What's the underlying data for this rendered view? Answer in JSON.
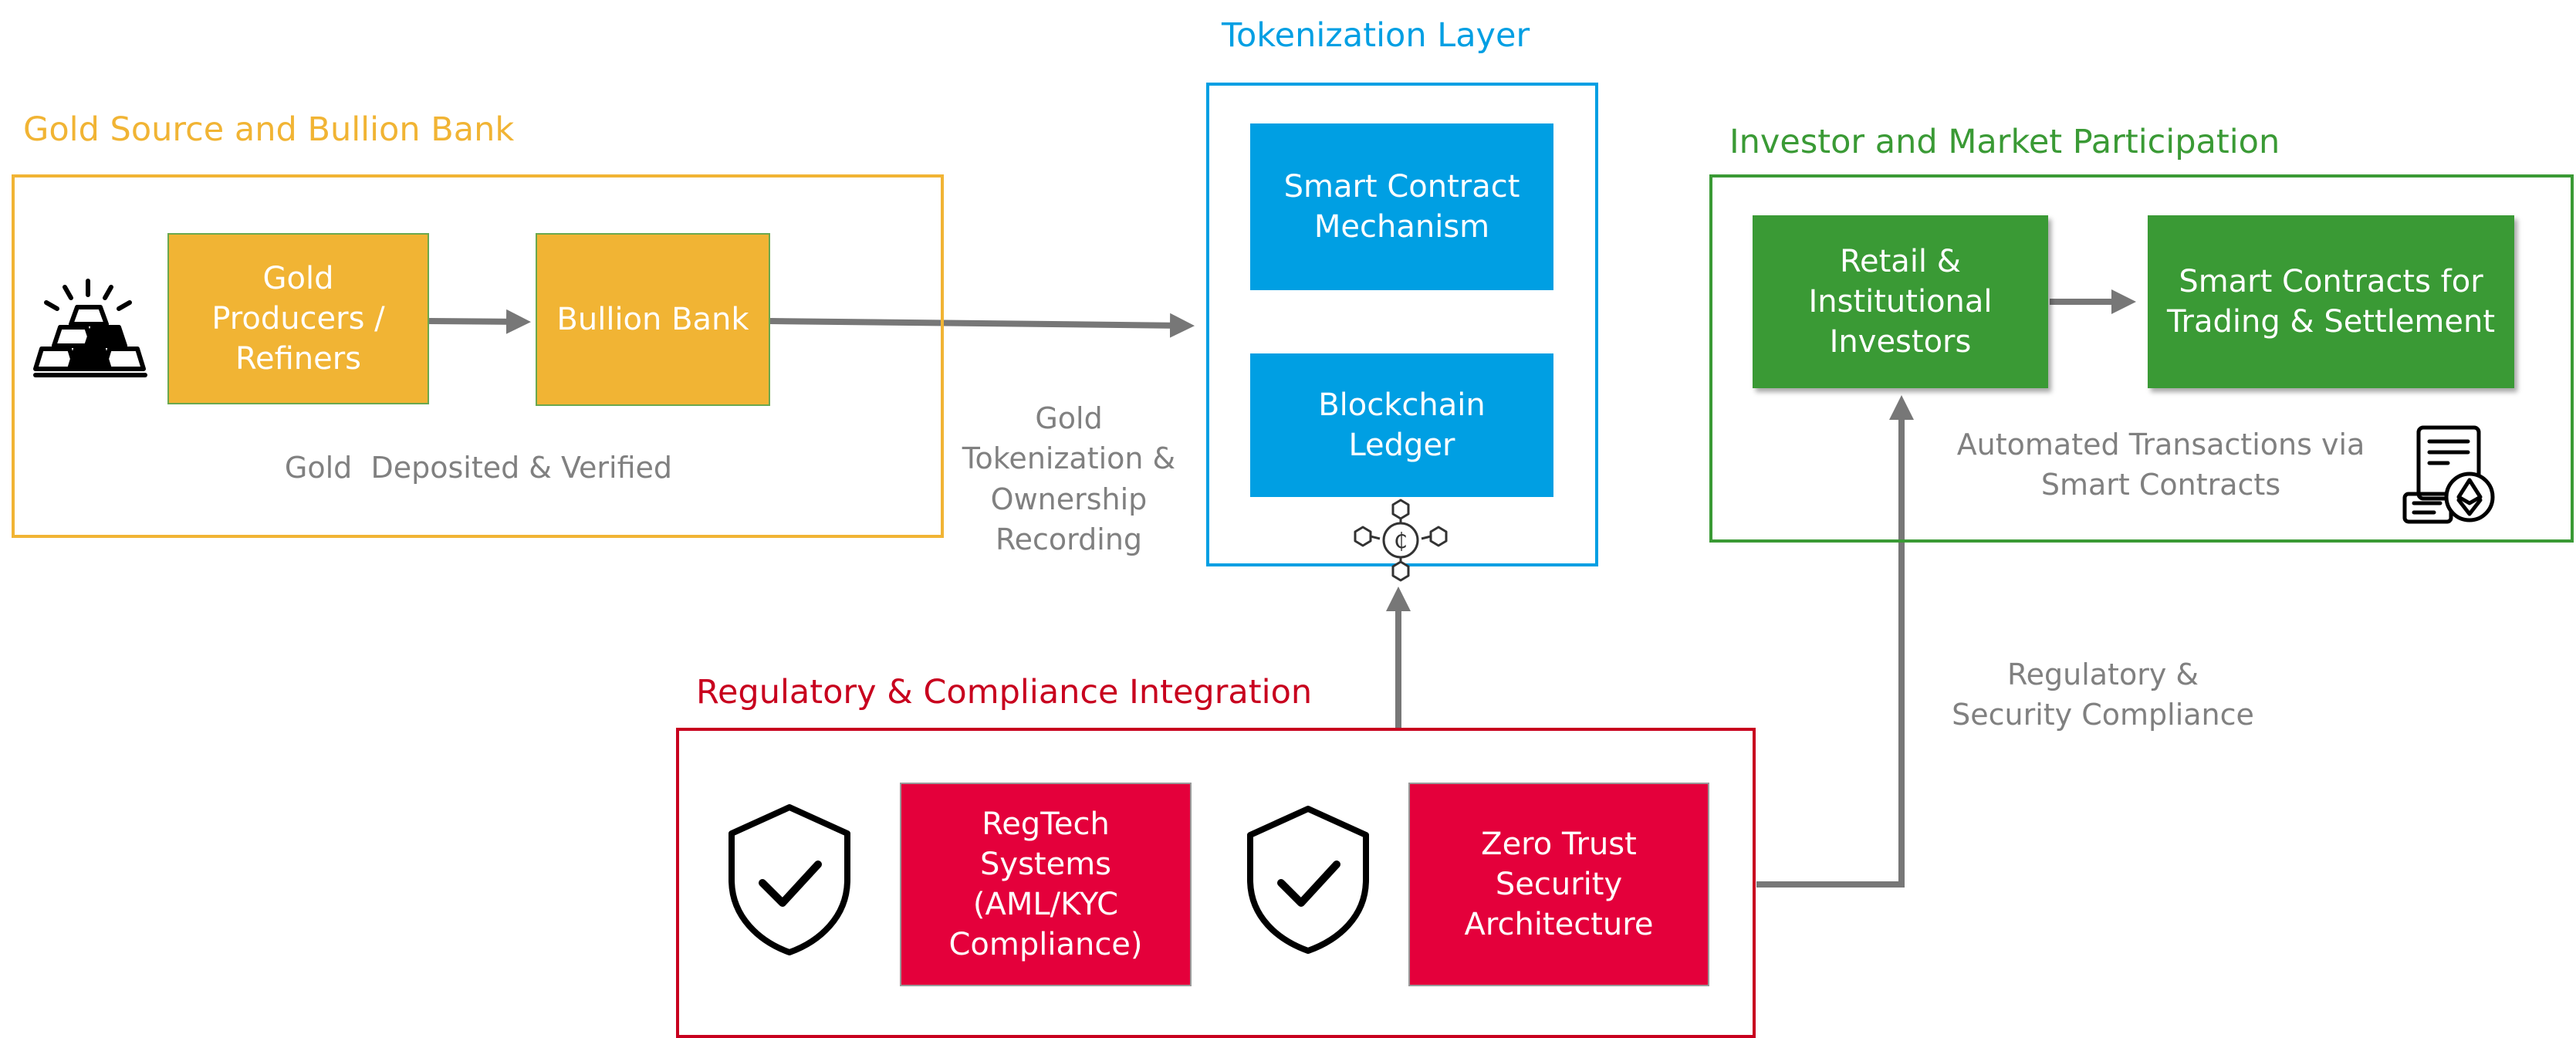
{
  "colors": {
    "gold_title": "#F1B434",
    "blue_title": "#009FE3",
    "green_title": "#3A9A35",
    "red_title": "#C8001E",
    "box_gold": "#F1B434",
    "box_blue": "#009FE3",
    "box_green": "#3A9A35",
    "box_red": "#E4003B",
    "arrow": "#777777",
    "caption": "#808080"
  },
  "gold_section": {
    "title": "Gold Source and Bullion Bank",
    "icon": "gold-bars-icon",
    "producers": "Gold\nProducers /\nRefiners",
    "bullion_bank": "Bullion Bank",
    "caption": "Gold  Deposited & Verified"
  },
  "tokenization": {
    "title": "Tokenization Layer",
    "smart_contract": "Smart Contract\nMechanism",
    "ledger": "Blockchain\nLedger",
    "icon": "blockchain-coin-icon"
  },
  "flow_labels": {
    "tokenization": "Gold\nTokenization &\nOwnership\nRecording",
    "compliance": "Regulatory &\nSecurity Compliance"
  },
  "investor_section": {
    "title": "Investor and Market Participation",
    "investors": "Retail &\nInstitutional\nInvestors",
    "trading": "Smart Contracts for\nTrading & Settlement",
    "caption": "Automated Transactions via\nSmart Contracts",
    "icon": "smart-contract-document-icon"
  },
  "regulatory_section": {
    "title": "Regulatory & Compliance Integration",
    "regtech": "RegTech\nSystems\n(AML/KYC\nCompliance)",
    "zero_trust": "Zero Trust\nSecurity\nArchitecture",
    "icon": "shield-check-icon"
  }
}
